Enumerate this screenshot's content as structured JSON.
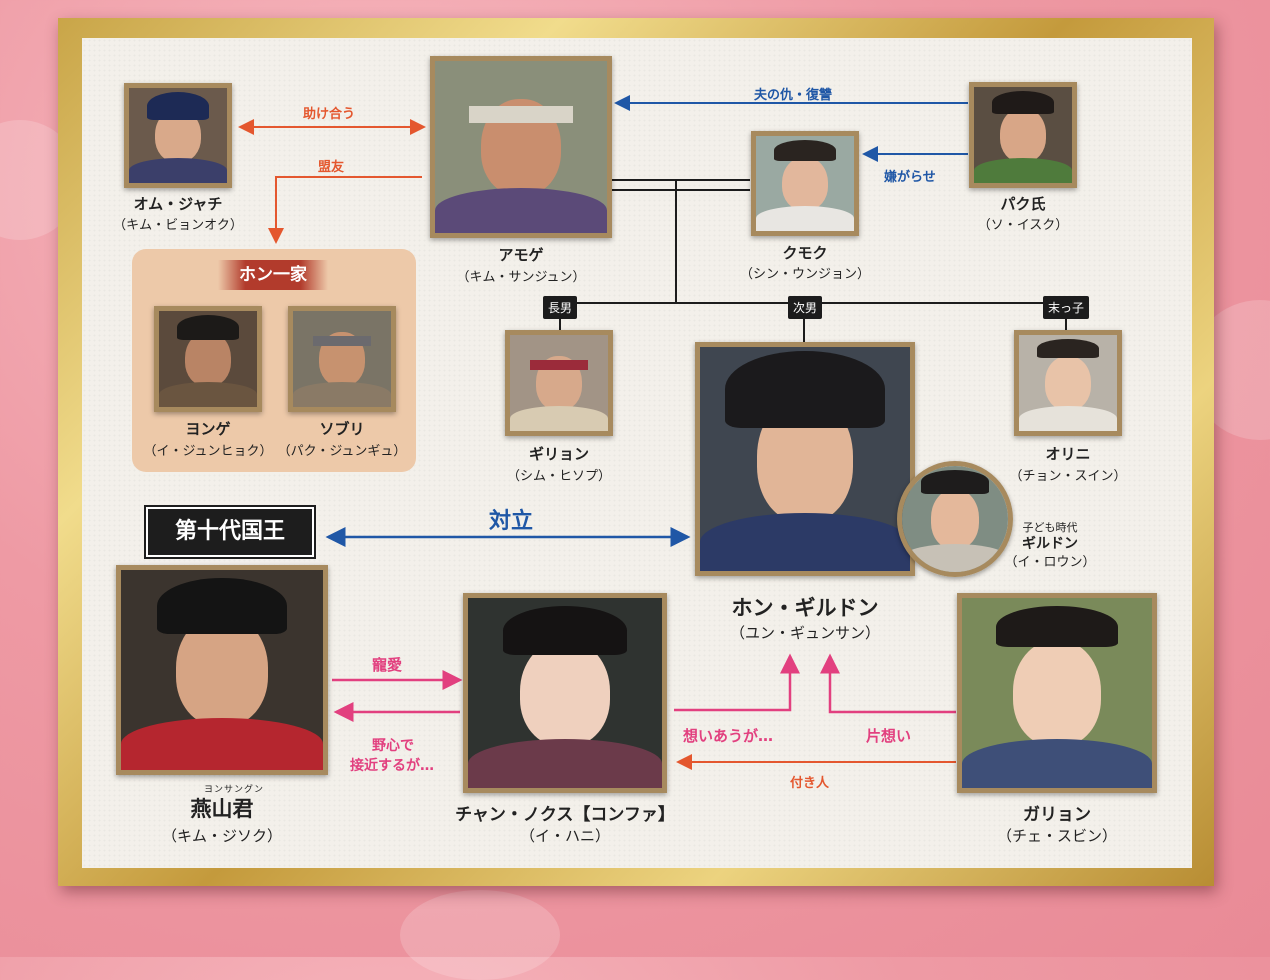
{
  "colors": {
    "blue": "#1f57a6",
    "orange": "#e4572e",
    "pink": "#e2407f",
    "gold": "#c9a548",
    "dark": "#1c1c1c"
  },
  "group_label": "ホン一家",
  "king_label": "第十代国王",
  "characters": {
    "omu": {
      "name": "オム・ジャチ",
      "actor": "（キム・ビョンオク）"
    },
    "amoge": {
      "name": "アモゲ",
      "actor": "（キム・サンジュン）"
    },
    "kumoku": {
      "name": "クモク",
      "actor": "（シン・ウンジョン）"
    },
    "paku": {
      "name": "パク氏",
      "actor": "（ソ・イスク）"
    },
    "yonge": {
      "name": "ヨンゲ",
      "actor": "（イ・ジュンヒョク）"
    },
    "soburi": {
      "name": "ソブリ",
      "actor": "（パク・ジュンギュ）"
    },
    "giryon": {
      "name": "ギリョン",
      "actor": "（シム・ヒソプ）"
    },
    "hong": {
      "name": "ホン・ギルドン",
      "actor": "（ユン・ギュンサン）"
    },
    "child": {
      "note": "子ども時代",
      "name": "ギルドン",
      "actor": "（イ・ロウン）"
    },
    "orini": {
      "name": "オリニ",
      "actor": "（チョン・スイン）"
    },
    "yeonsan": {
      "ruby": "ヨンサングン",
      "name": "燕山君",
      "actor": "（キム・ジソク）"
    },
    "nokusu": {
      "name": "チャン・ノクス【コンファ】",
      "actor": "（イ・ハニ）"
    },
    "garyon": {
      "name": "ガリョン",
      "actor": "（チェ・スビン）"
    }
  },
  "sibling_tags": {
    "eldest": "長男",
    "second": "次男",
    "youngest": "末っ子"
  },
  "relations": {
    "help": "助け合う",
    "ally": "盟友",
    "revenge": "夫の仇・復讐",
    "harass": "嫌がらせ",
    "oppose": "対立",
    "favor": "寵愛",
    "ambition_1": "野心で",
    "ambition_2": "接近するが…",
    "mutual": "想いあうが…",
    "oneside": "片想い",
    "attendant": "付き人"
  }
}
